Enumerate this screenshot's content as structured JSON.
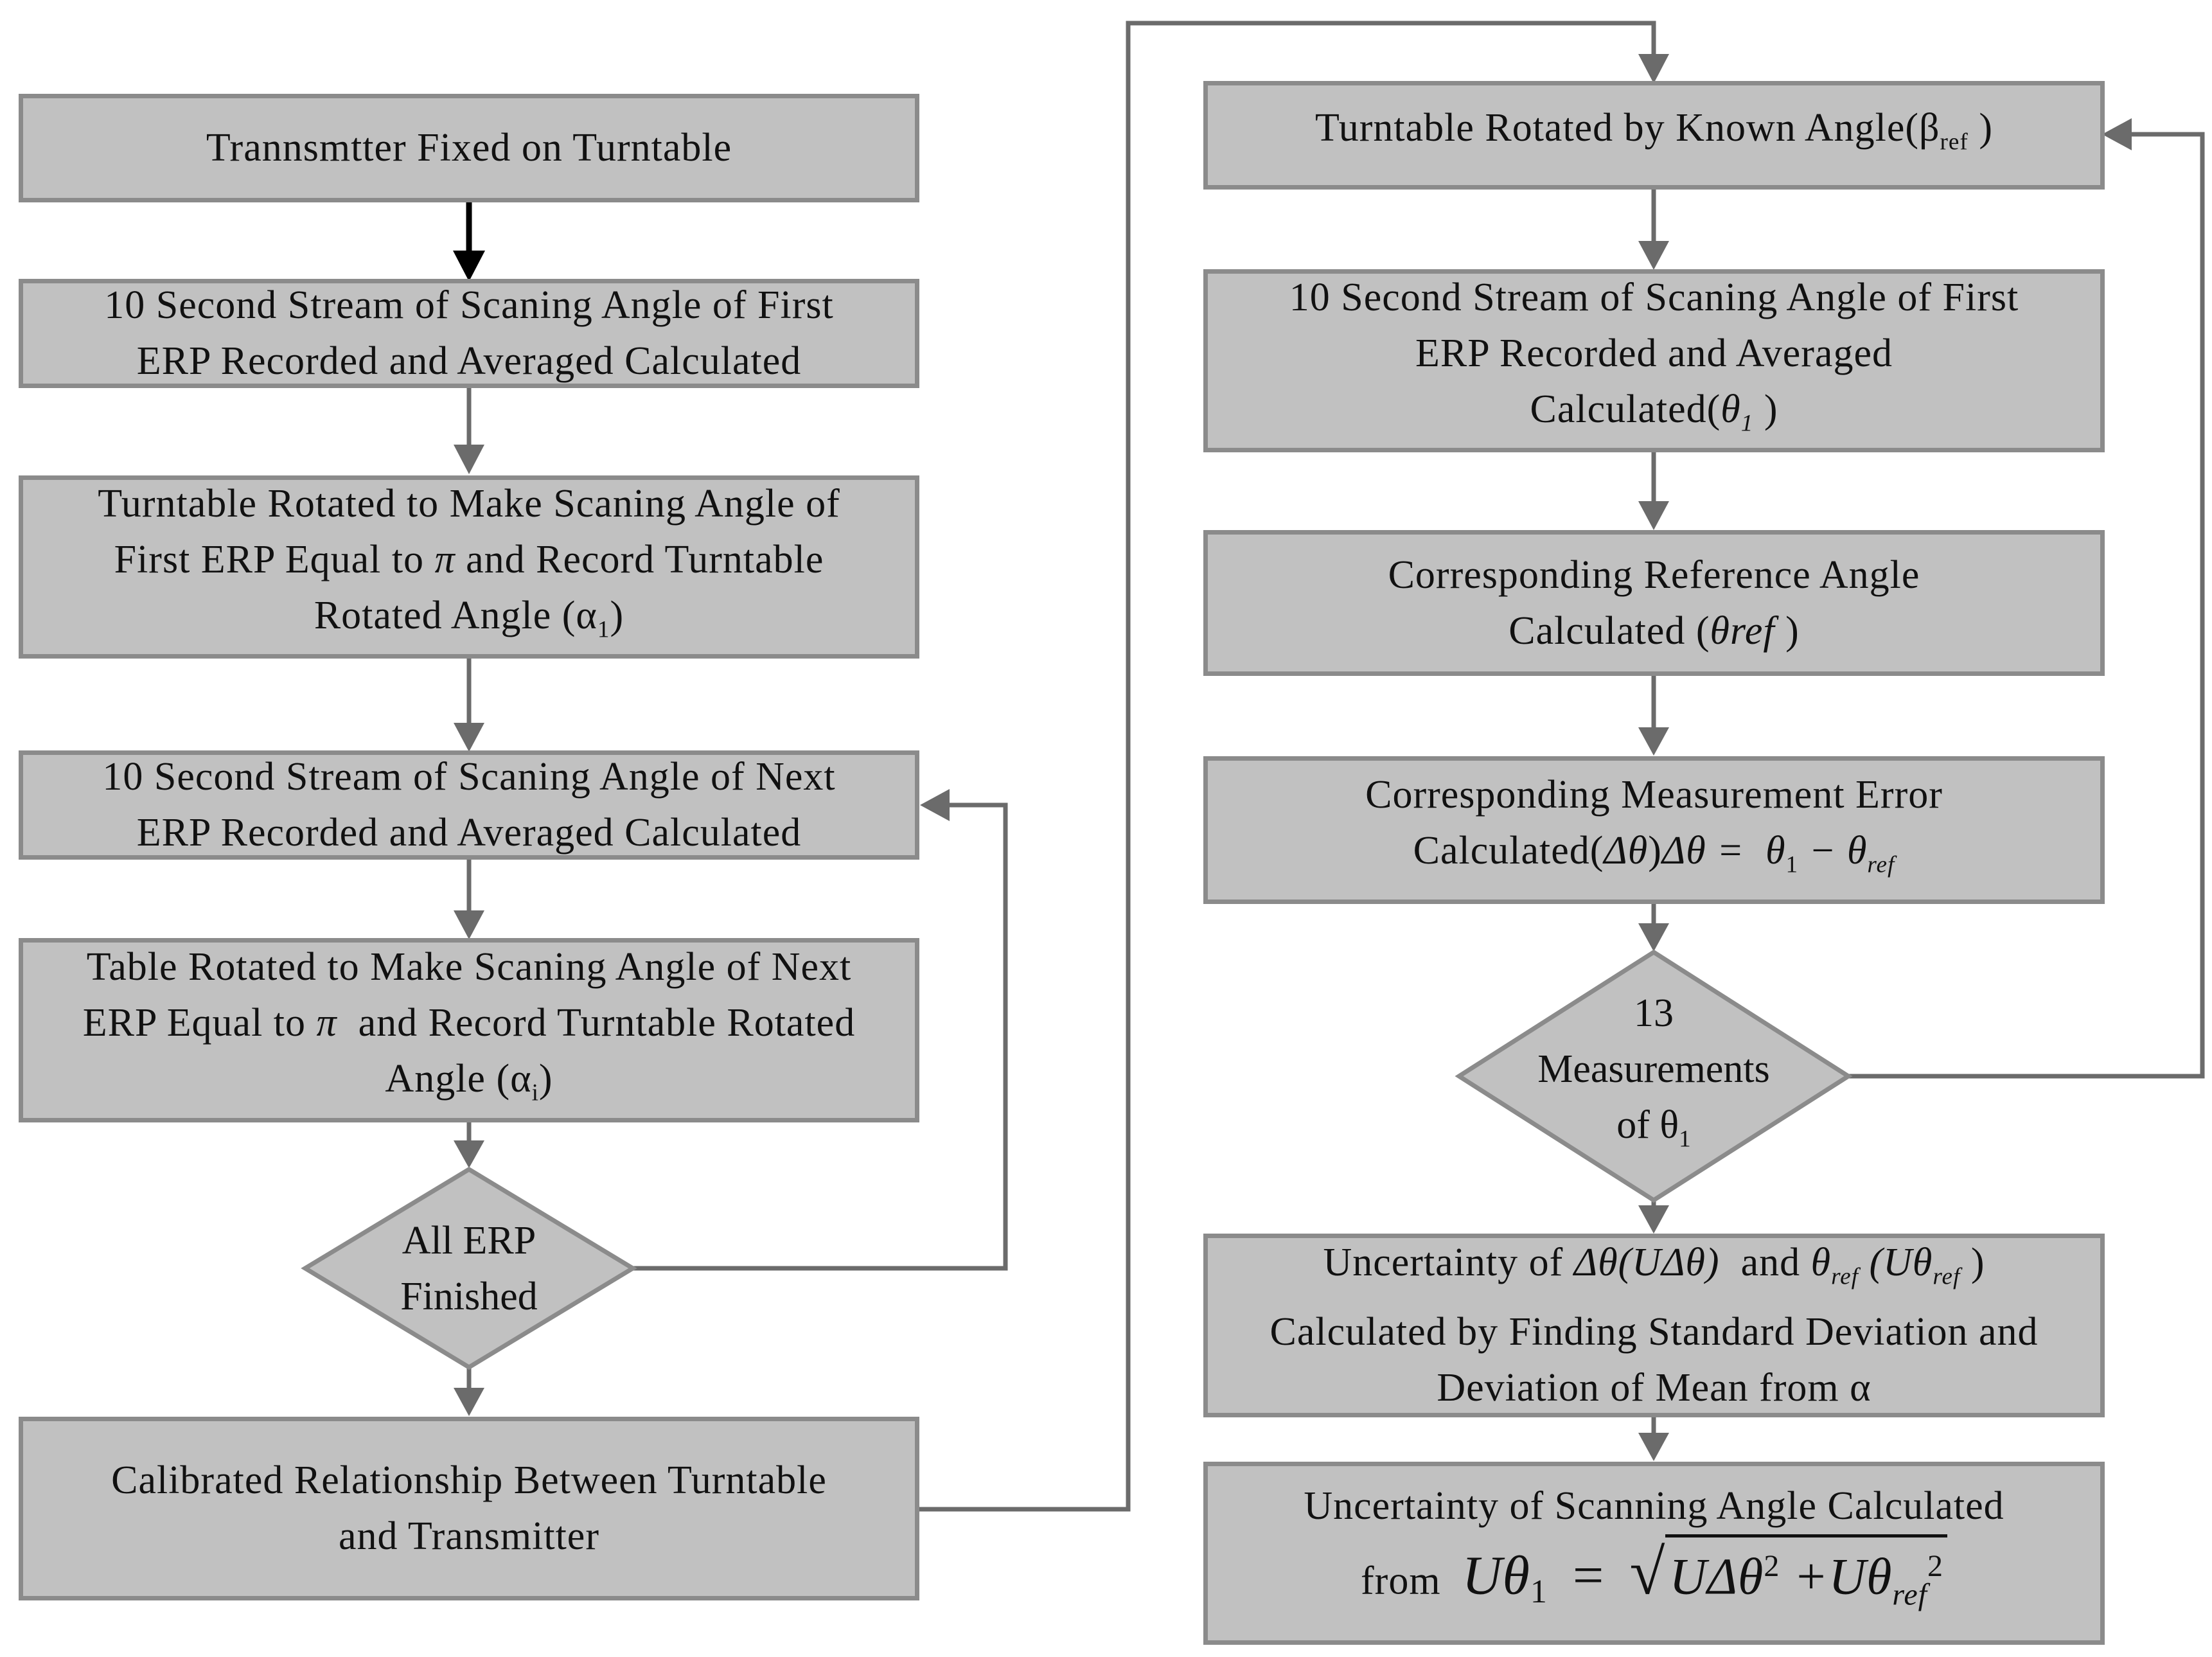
{
  "colors": {
    "box_fill": "#c1c1c1",
    "box_border": "#8b8b8b",
    "connector": "#6b6b6b",
    "first_arrow": "#000000",
    "text": "#111111"
  },
  "left": {
    "b1": {
      "lines": [
        "Trannsmtter Fixed on Turntable"
      ]
    },
    "b2": {
      "lines": [
        "10 Second Stream of Scaning Angle of First",
        "ERP Recorded and Averaged Calculated"
      ]
    },
    "b3": {
      "l1": "Turntable Rotated to Make Scaning Angle of",
      "l2_pre": "First ERP Equal to ",
      "pi": "π",
      "l2_post": " and Record Turntable",
      "l3_pre": "Rotated Angle (α",
      "l3_sub": "1",
      "l3_post": ")"
    },
    "b4": {
      "lines": [
        "10 Second Stream of Scaning Angle of Next",
        "ERP Recorded and Averaged Calculated"
      ]
    },
    "b5": {
      "l1": "Table Rotated to Make Scaning Angle of Next",
      "l2_pre": "ERP Equal to ",
      "pi": "π",
      "l2_post": "  and Record Turntable Rotated",
      "l3_pre": "Angle (α",
      "l3_sub": "i",
      "l3_post": ")"
    },
    "d1": {
      "lines": [
        "All ERP",
        "Finished"
      ]
    },
    "b6": {
      "lines": [
        "Calibrated Relationship Between Turntable",
        "and Transmitter"
      ]
    }
  },
  "right": {
    "r1": {
      "pre": "Turntable Rotated by Known Angle(β",
      "sub": "ref",
      "post": " )"
    },
    "r2": {
      "l1": "10 Second Stream of Scaning Angle of First",
      "l2": "ERP Recorded and Averaged",
      "l3_pre": "Calculated(",
      "l3_sym": "θ",
      "l3_sub": "1",
      "l3_post": " )"
    },
    "r3": {
      "l1": "Corresponding Reference Angle",
      "l2_pre": "Calculated (",
      "l2_sym": "θref",
      "l2_post": " )"
    },
    "r4": {
      "l1": "Corresponding Measurement Error",
      "l2_pre": "Calculated(",
      "l2_sym1": "Δθ",
      "l2_mid": ")",
      "l2_eq": "Δθ =  θ",
      "l2_sub1": "1",
      "l2_minus": " − θ",
      "l2_sub2": "ref"
    },
    "d2": {
      "l1": "13",
      "l2": "Measurements",
      "l3_pre": "of θ",
      "l3_sub": "1"
    },
    "r5": {
      "l1_pre": "Uncertainty of ",
      "l1_s1": "Δθ(UΔθ)",
      "l1_and": "  and ",
      "l1_s2": "θ",
      "l1_s2sub": "ref",
      "l1_s3": " (Uθ",
      "l1_s3sub": "ref",
      "l1_close": " )",
      "l2": "Calculated by Finding Standard Deviation and",
      "l3": "Deviation of Mean from α"
    },
    "r6": {
      "l1": "Uncertainty of Scanning Angle Calculated",
      "l2_pre": "from ",
      "f_lhs": "Uθ",
      "f_lhs_sub": "1",
      "f_eq": " = ",
      "f_rad": "√",
      "f_t1": "UΔθ",
      "f_t1_sup": "2",
      "f_plus": " +Uθ",
      "f_t2_sub": "ref",
      "f_t2_sup": "2"
    }
  }
}
